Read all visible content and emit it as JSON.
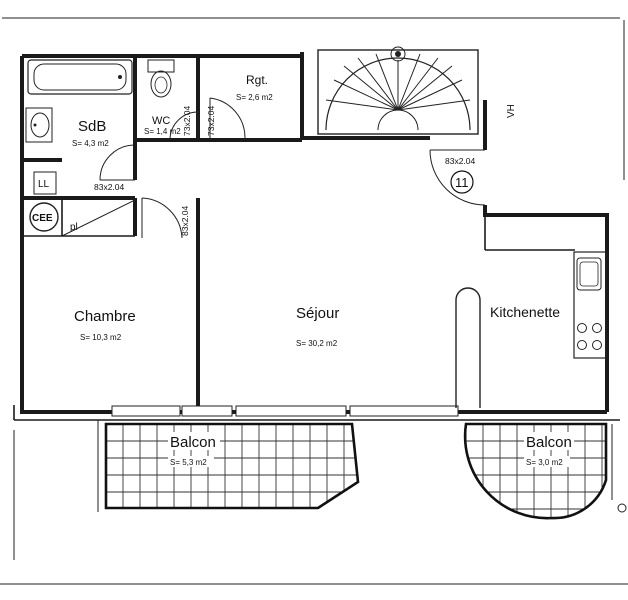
{
  "rooms": {
    "sdb": {
      "name": "SdB",
      "area": "S= 4,3 m2"
    },
    "wc": {
      "name": "WC",
      "area": "S= 1,4 m2"
    },
    "rgt": {
      "name": "Rgt.",
      "area": "S= 2,6 m2"
    },
    "chambre": {
      "name": "Chambre",
      "area": "S= 10,3 m2"
    },
    "sejour": {
      "name": "Séjour",
      "area": "S= 30,2 m2"
    },
    "kitchenette": {
      "name": "Kitchenette"
    },
    "balcon_left": {
      "name": "Balcon",
      "area": "S= 5,3 m2"
    },
    "balcon_right": {
      "name": "Balcon",
      "area": "S= 3,0 m2"
    }
  },
  "dimensions": {
    "entry_door": "83x2.04",
    "chambre_door_h": "83x2.04",
    "chambre_door_v": "83x2.04",
    "wc_door": "73x2.04",
    "rgt_door": "73x2.04"
  },
  "labels": {
    "apartment_number": "11",
    "vh": "VH",
    "cee": "CEE",
    "placard": "pl",
    "ll": "LL"
  }
}
